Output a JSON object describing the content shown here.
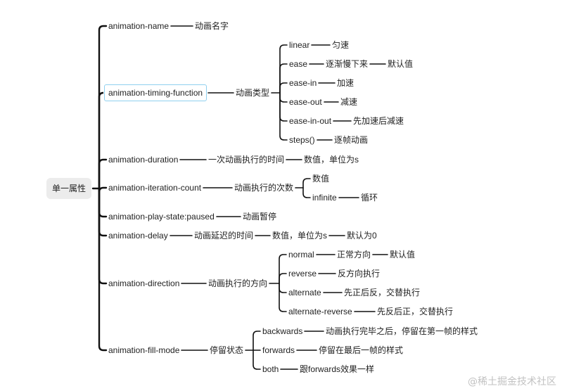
{
  "root": {
    "label": "单一属性"
  },
  "branches": [
    {
      "id": "name",
      "label": "animation-name",
      "children": [
        {
          "id": "name-c1",
          "label": "动画名字"
        }
      ]
    },
    {
      "id": "timing",
      "label": "animation-timing-function",
      "selected": true,
      "children": [
        {
          "id": "timing-type",
          "label": "动画类型",
          "children": [
            {
              "id": "t-linear",
              "label": "linear",
              "children": [
                {
                  "id": "t-linear-c",
                  "label": "匀速"
                }
              ]
            },
            {
              "id": "t-ease",
              "label": "ease",
              "children": [
                {
                  "id": "t-ease-c",
                  "label": "逐渐慢下来",
                  "children": [
                    {
                      "id": "t-ease-cc",
                      "label": "默认值"
                    }
                  ]
                }
              ]
            },
            {
              "id": "t-easein",
              "label": "ease-in",
              "children": [
                {
                  "id": "t-easein-c",
                  "label": "加速"
                }
              ]
            },
            {
              "id": "t-easeout",
              "label": "ease-out",
              "children": [
                {
                  "id": "t-easeout-c",
                  "label": "减速"
                }
              ]
            },
            {
              "id": "t-easeinout",
              "label": "ease-in-out",
              "children": [
                {
                  "id": "t-easeinout-c",
                  "label": "先加速后减速"
                }
              ]
            },
            {
              "id": "t-steps",
              "label": "steps()",
              "children": [
                {
                  "id": "t-steps-c",
                  "label": "逐帧动画"
                }
              ]
            }
          ]
        }
      ]
    },
    {
      "id": "duration",
      "label": "animation-duration",
      "children": [
        {
          "id": "dur-c1",
          "label": "一次动画执行的时间",
          "children": [
            {
              "id": "dur-c2",
              "label": "数值，单位为s"
            }
          ]
        }
      ]
    },
    {
      "id": "iteration",
      "label": "animation-iteration-count",
      "children": [
        {
          "id": "iter-c1",
          "label": "动画执行的次数",
          "children": [
            {
              "id": "iter-num",
              "label": "数值"
            },
            {
              "id": "iter-inf",
              "label": "infinite",
              "children": [
                {
                  "id": "iter-inf-c",
                  "label": "循环"
                }
              ]
            }
          ]
        }
      ]
    },
    {
      "id": "playstate",
      "label": "animation-play-state:paused",
      "children": [
        {
          "id": "play-c1",
          "label": "动画暂停"
        }
      ]
    },
    {
      "id": "delay",
      "label": "animation-delay",
      "children": [
        {
          "id": "delay-c1",
          "label": "动画延迟的时间",
          "children": [
            {
              "id": "delay-c2",
              "label": "数值，单位为s",
              "children": [
                {
                  "id": "delay-c3",
                  "label": "默认为0"
                }
              ]
            }
          ]
        }
      ]
    },
    {
      "id": "direction",
      "label": "animation-direction",
      "children": [
        {
          "id": "dir-c1",
          "label": "动画执行的方向",
          "children": [
            {
              "id": "d-normal",
              "label": "normal",
              "children": [
                {
                  "id": "d-normal-c",
                  "label": "正常方向",
                  "children": [
                    {
                      "id": "d-normal-cc",
                      "label": "默认值"
                    }
                  ]
                }
              ]
            },
            {
              "id": "d-reverse",
              "label": "reverse",
              "children": [
                {
                  "id": "d-reverse-c",
                  "label": "反方向执行"
                }
              ]
            },
            {
              "id": "d-alt",
              "label": "alternate",
              "children": [
                {
                  "id": "d-alt-c",
                  "label": "先正后反，交替执行"
                }
              ]
            },
            {
              "id": "d-altrev",
              "label": "alternate-reverse",
              "children": [
                {
                  "id": "d-altrev-c",
                  "label": "先反后正，交替执行"
                }
              ]
            }
          ]
        }
      ]
    },
    {
      "id": "fill",
      "label": "animation-fill-mode",
      "children": [
        {
          "id": "fill-c1",
          "label": "停留状态",
          "children": [
            {
              "id": "f-back",
              "label": "backwards",
              "children": [
                {
                  "id": "f-back-c",
                  "label": "动画执行完毕之后，停留在第一帧的样式"
                }
              ]
            },
            {
              "id": "f-fwd",
              "label": "forwards",
              "children": [
                {
                  "id": "f-fwd-c",
                  "label": "停留在最后一帧的样式"
                }
              ]
            },
            {
              "id": "f-both",
              "label": "both",
              "children": [
                {
                  "id": "f-both-c",
                  "label": "跟forwards效果一样"
                }
              ]
            }
          ]
        }
      ]
    }
  ],
  "watermark": "@稀土掘金技术社区",
  "colors": {
    "line": "#111111",
    "root_bg": "#ececec",
    "selected_border": "#8fd0ef",
    "watermark": "#c2c2c2"
  }
}
